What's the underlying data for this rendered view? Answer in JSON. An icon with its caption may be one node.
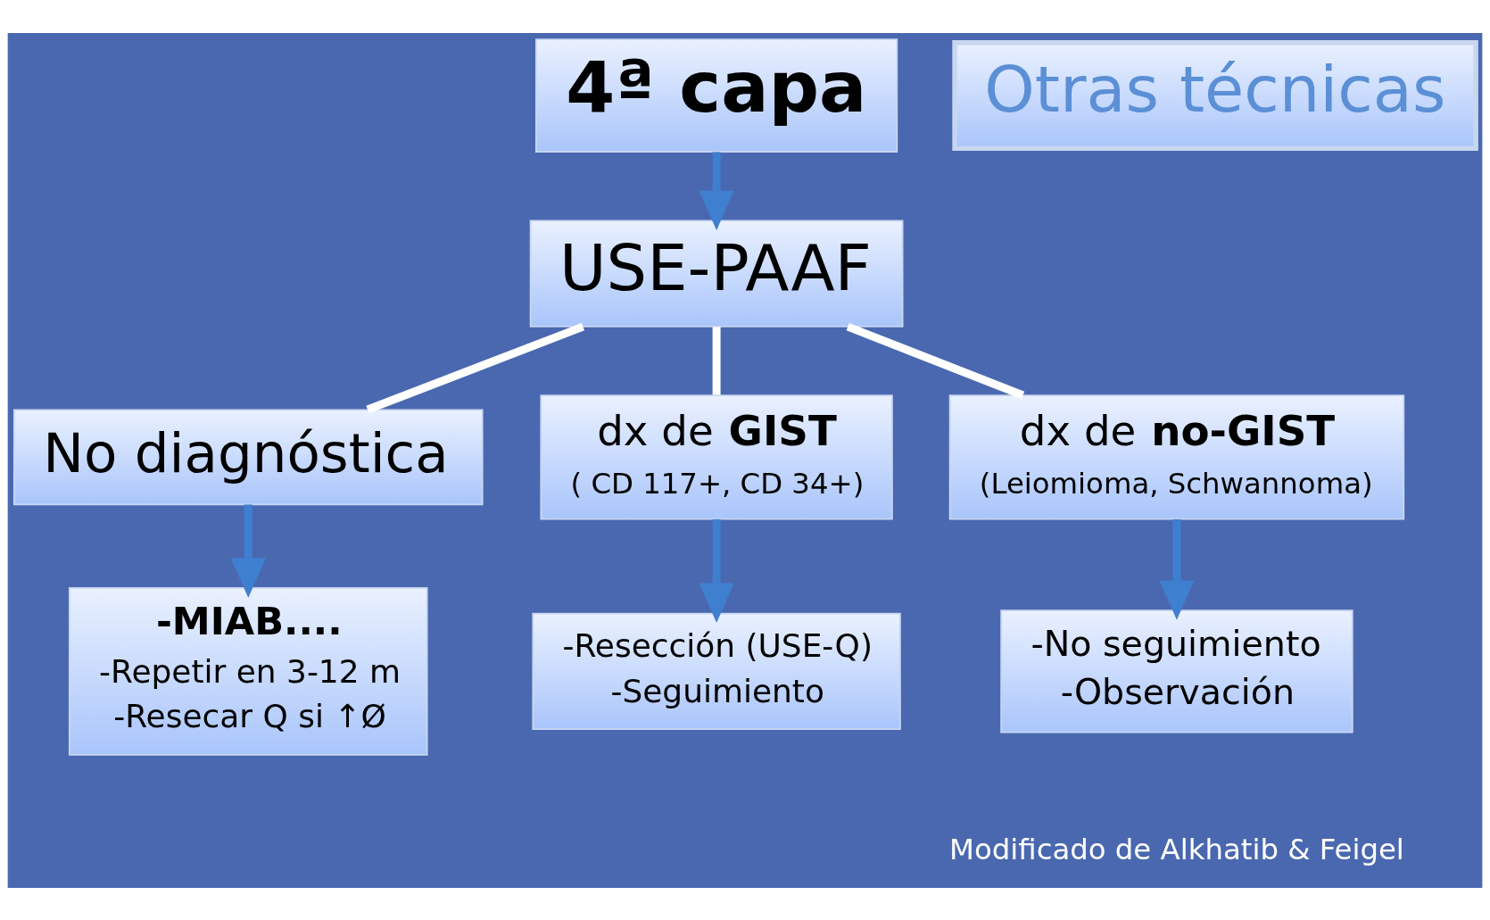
{
  "diagram": {
    "nodes": [
      {
        "text": [
          "4ª capa"
        ]
      },
      {
        "text": [
          "USE-PAAF"
        ]
      },
      {
        "text": [
          "Otras técnicas"
        ]
      },
      {
        "text": [
          "No diagnóstica"
        ]
      },
      {
        "text": [
          "dx de **GIST**",
          "( CD 117+, CD 34+)"
        ]
      },
      {
        "text": [
          "dx de **no-GIST**",
          "(Leiomioma, Schwannoma)"
        ]
      },
      {
        "text": [
          "-MIAB....",
          "-Repetir en 3-12 m",
          "-Resecar Q si ↑Ø"
        ]
      },
      {
        "text": [
          "-Resección (USE-Q)",
          "-Seguimiento"
        ]
      },
      {
        "text": [
          "-No seguimiento",
          "-Observación"
        ]
      }
    ],
    "edges": [
      {
        "from": 0,
        "to": 1,
        "arrow": "to"
      },
      {
        "from": 1,
        "to": 3,
        "arrow": "none",
        "color": "#ffffff"
      },
      {
        "from": 1,
        "to": 4,
        "arrow": "none",
        "color": "#ffffff"
      },
      {
        "from": 1,
        "to": 5,
        "arrow": "none",
        "color": "#ffffff"
      },
      {
        "from": 3,
        "to": 6,
        "arrow": "to"
      },
      {
        "from": 4,
        "to": 7,
        "arrow": "to"
      },
      {
        "from": 5,
        "to": 8,
        "arrow": "to"
      }
    ],
    "labels": [
      "Modificado de Alkhatib & Feigel"
    ]
  }
}
